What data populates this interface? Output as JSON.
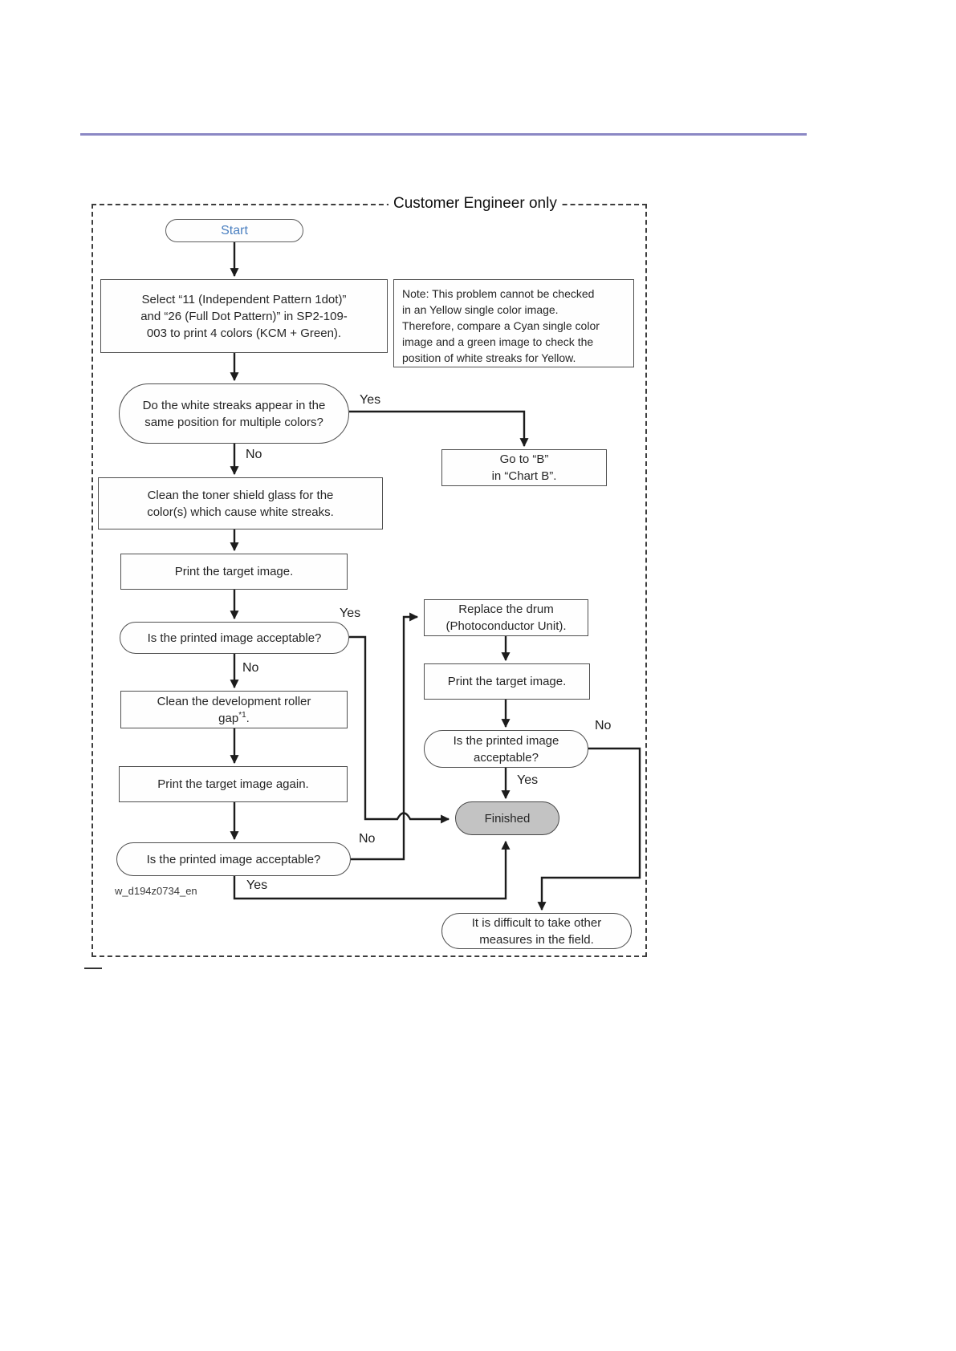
{
  "page": {
    "figure_code": "w_d194z0734_en",
    "frame_title": "Customer Engineer only"
  },
  "colors": {
    "accent_rule": "#8b88c4",
    "start_text": "#4a7fc0",
    "finished_fill": "#c3c3c3",
    "line": "#1c1c1c",
    "border": "#4f4f4f",
    "text": "#262626"
  },
  "nodes": {
    "start": {
      "label": "Start"
    },
    "select_pattern": {
      "lines": [
        "Select “11 (Independent Pattern 1dot)”",
        "and “26 (Full Dot Pattern)”  in SP2-109-",
        "003 to print 4 colors (KCM + Green)."
      ]
    },
    "note": {
      "lines": [
        "Note: This problem cannot be checked",
        "in an Yellow single color image.",
        "Therefore, compare a Cyan single color",
        "image and a green image to check the",
        "position of white streaks for Yellow."
      ]
    },
    "white_streaks_decision": {
      "lines": [
        "Do the white streaks appear in the",
        "same position for multiple colors?"
      ]
    },
    "goto_chart_b": {
      "lines": [
        "Go to “B”",
        "in “Chart B”."
      ]
    },
    "clean_toner_shield": {
      "lines": [
        "Clean the toner shield glass for the",
        "color(s) which cause white streaks."
      ]
    },
    "print_target_1": {
      "label": "Print the target image."
    },
    "acceptable_1": {
      "label": "Is the printed image acceptable?"
    },
    "clean_dev_roller": {
      "line1": "Clean the development roller",
      "gap_pre": "gap",
      "gap_sup": "*1",
      "gap_post": "."
    },
    "print_target_again": {
      "label": "Print the target image again."
    },
    "acceptable_2": {
      "label": "Is the printed image acceptable?"
    },
    "replace_drum": {
      "lines": [
        "Replace the drum",
        "(Photoconductor Unit)."
      ]
    },
    "print_target_2": {
      "label": "Print the target image."
    },
    "acceptable_3": {
      "lines": [
        "Is the printed image",
        "acceptable?"
      ]
    },
    "finished": {
      "label": "Finished"
    },
    "difficult": {
      "lines": [
        "It is difficult to take other",
        "measures in the field."
      ]
    }
  },
  "edge_labels": {
    "streaks_yes": "Yes",
    "streaks_no": "No",
    "acceptable1_yes": "Yes",
    "acceptable1_no": "No",
    "acceptable2_no": "No",
    "acceptable2_yes": "Yes",
    "acceptable3_no": "No",
    "acceptable3_yes": "Yes"
  }
}
